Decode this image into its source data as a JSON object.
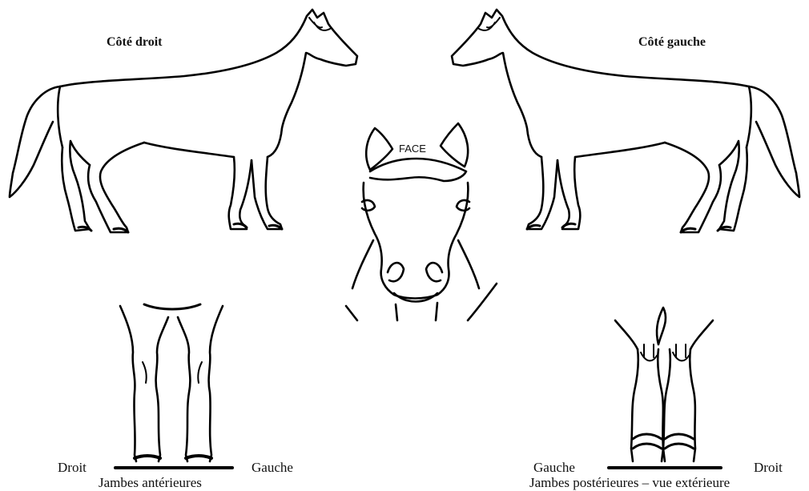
{
  "labels": {
    "side_right": "Côté droit",
    "side_left": "Côté gauche",
    "face": "FACE",
    "front_right": "Droit",
    "front_left": "Gauche",
    "front_caption": "Jambes antérieures",
    "rear_left": "Gauche",
    "rear_right": "Droit",
    "rear_caption": "Jambes postérieures – vue extérieure"
  },
  "colors": {
    "ink": "#000000",
    "background": "#ffffff"
  }
}
